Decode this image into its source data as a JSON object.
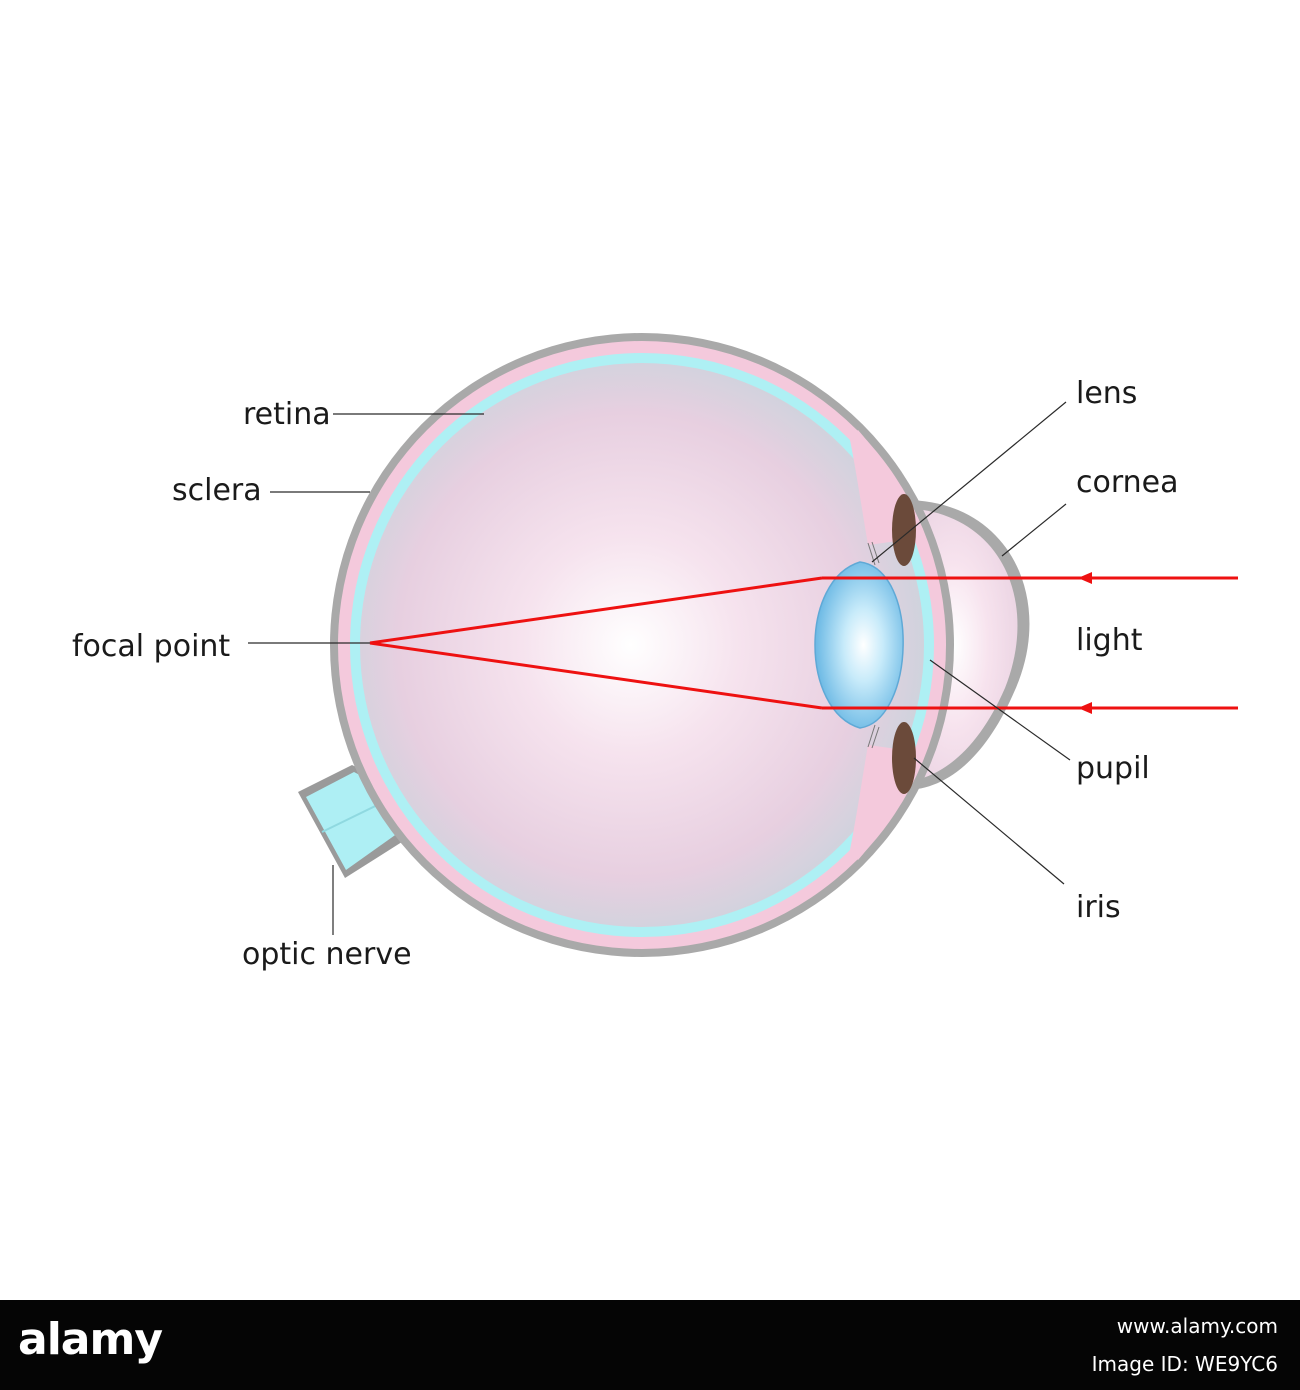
{
  "labels": {
    "retina": "retina",
    "sclera": "sclera",
    "focal_point": "focal point",
    "optic_nerve": "optic nerve",
    "lens": "lens",
    "cornea": "cornea",
    "light": "light",
    "pupil": "pupil",
    "iris": "iris"
  },
  "footer": {
    "logo": "alamy",
    "image_id": "Image ID: WE9YC6",
    "url": "www.alamy.com"
  },
  "colors": {
    "ray": "#ee1111",
    "sclera": "#a9a9a9",
    "choroid": "#f4c9dc",
    "retina": "#aef0f4",
    "lens": "#79c6ec",
    "iris": "#6b4a3a",
    "background": "#ffffff",
    "footer": "#050505"
  }
}
